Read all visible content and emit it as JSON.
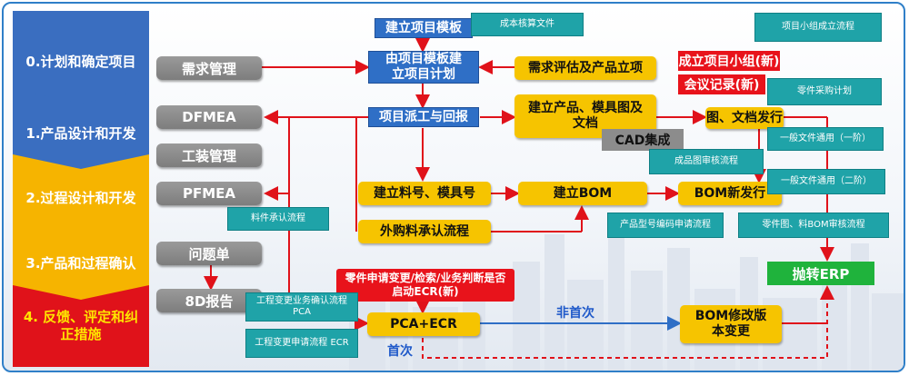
{
  "phases": [
    {
      "label": "0.计划和确定项目",
      "color": "#3a6ec0"
    },
    {
      "label": "1.产品设计和开发",
      "color": "#3a6ec0"
    },
    {
      "label": "2.过程设计和开发",
      "color": "#f6b400"
    },
    {
      "label": "3.产品和过程确认",
      "color": "#f6b400"
    },
    {
      "label": "4. 反馈、评定和纠正措施",
      "color": "#e0121a"
    }
  ],
  "left_column": {
    "demand": "需求管理",
    "dfmea": "DFMEA",
    "tooling": "工装管理",
    "pfmea": "PFMEA",
    "issue": "问题单",
    "report_8d": "8D报告"
  },
  "center": {
    "template": "建立项目模板",
    "plan": "由项目模板建立项目计划",
    "dispatch": "项目派工与回报",
    "part_no": "建立料号、模具号",
    "outsourced": "外购料承认流程",
    "pca_ecr": "PCA+ECR"
  },
  "right": {
    "demand_eval": "需求评估及产品立项",
    "build_docs": "建立产品、模具图及文档",
    "cad": "CAD集成",
    "doc_release": "图、文档发行",
    "build_bom": "建立BOM",
    "bom_release": "BOM新发行",
    "bom_change": "BOM修改版本变更",
    "erp": "抛转ERP"
  },
  "red_tags": {
    "team": "成立项目小组(新)",
    "minutes": "会议记录(新)",
    "ecr_judge": "零件申请变更/检索/业务判断是否启动ECR(新)"
  },
  "callouts": {
    "cost_file": "成本核算文件",
    "team_flow": "项目小组成立流程",
    "purchase_plan": "零件采购计划",
    "general_1": "一般文件通用（一阶）",
    "drawing_review": "成品图审核流程",
    "general_2": "一般文件通用（二阶）",
    "part_approval": "料件承认流程",
    "part_code_apply": "产品型号编码申请流程",
    "bom_review": "零件图、料BOM审核流程",
    "pca_confirm": "工程变更业务确认流程 PCA",
    "ecr_apply": "工程变更申请流程 ECR"
  },
  "edge_labels": {
    "not_first": "非首次",
    "first": "首次"
  },
  "colors": {
    "arrow": "#e0121a",
    "blue_box": "#2f6fc6",
    "yellow_box": "#f6c400",
    "teal_callout": "#1fa3a8",
    "erp_green": "#1fb33c"
  }
}
